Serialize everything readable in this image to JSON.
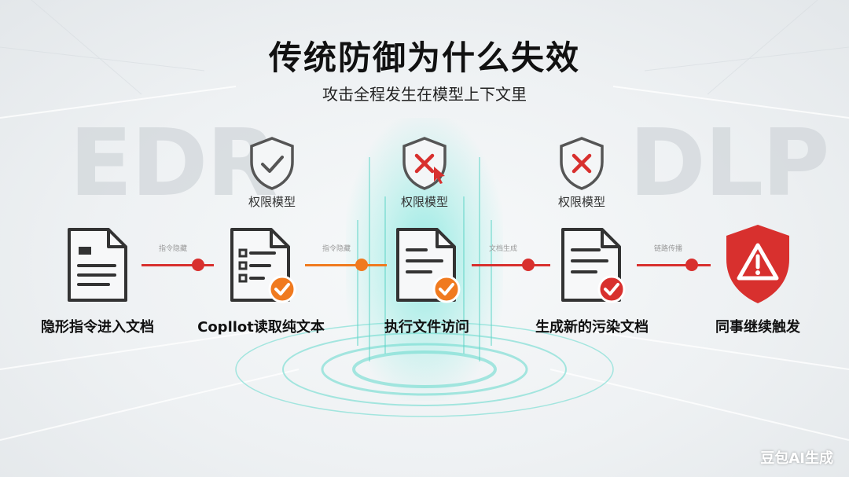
{
  "title": "传统防御为什么失效",
  "subtitle": "攻击全程发生在模型上下文里",
  "background_words": {
    "left": "EDR",
    "right": "DLP"
  },
  "permission_checks": [
    {
      "label": "权限模型",
      "status": "pass",
      "icon": "shield-check-icon"
    },
    {
      "label": "权限模型",
      "status": "fail",
      "icon": "shield-x-cursor-icon"
    },
    {
      "label": "权限模型",
      "status": "fail",
      "icon": "shield-x-icon"
    }
  ],
  "steps": [
    {
      "label": "隐形指令进入文档",
      "icon": "document-icon"
    },
    {
      "label": "Copllot读取纯文本",
      "icon": "document-list-check-icon"
    },
    {
      "label": "执行文件访问",
      "icon": "document-check-icon"
    },
    {
      "label": "生成新的污染文档",
      "icon": "document-check-red-icon"
    },
    {
      "label": "同事继续触发",
      "icon": "alert-shield-icon"
    }
  ],
  "connectors": [
    {
      "label": "指令隐藏",
      "color": "#d8302e"
    },
    {
      "label": "指令隐藏",
      "color": "#f07a1f"
    },
    {
      "label": "文档生成",
      "color": "#d8302e"
    },
    {
      "label": "链路传播",
      "color": "#d8302e"
    }
  ],
  "colors": {
    "red": "#d8302e",
    "orange": "#f07a1f",
    "dark": "#333333",
    "teal_glow": "#7fe6dc"
  },
  "watermark": "豆包AI生成"
}
